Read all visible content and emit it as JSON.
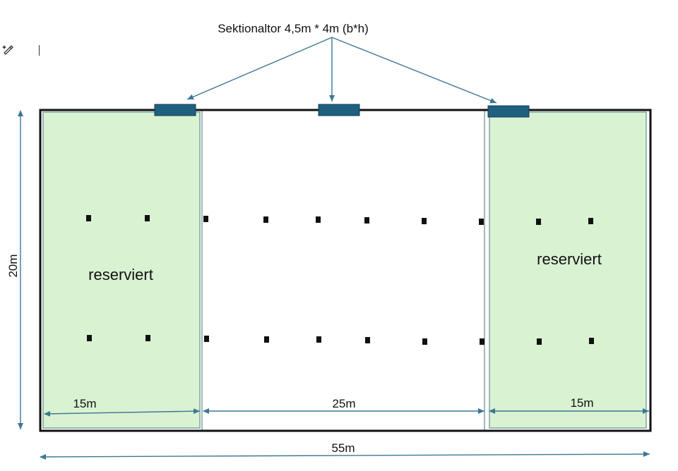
{
  "title": "Sektionaltor 4,5m * 4m (b*h)",
  "zones": {
    "left_label": "reserviert",
    "right_label": "reserviert"
  },
  "dimensions": {
    "height": "20m",
    "total_width": "55m",
    "left_width": "15m",
    "middle_width": "25m",
    "right_width": "15m"
  },
  "colors": {
    "reserved_fill": "#d9f2d2",
    "door_fill": "#1f5f7f",
    "arrow": "#3d7795",
    "outline": "#111111",
    "column": "#111111"
  },
  "icons": {
    "toolbar": "pen-sparkle-icon",
    "caret": "text-cursor"
  }
}
